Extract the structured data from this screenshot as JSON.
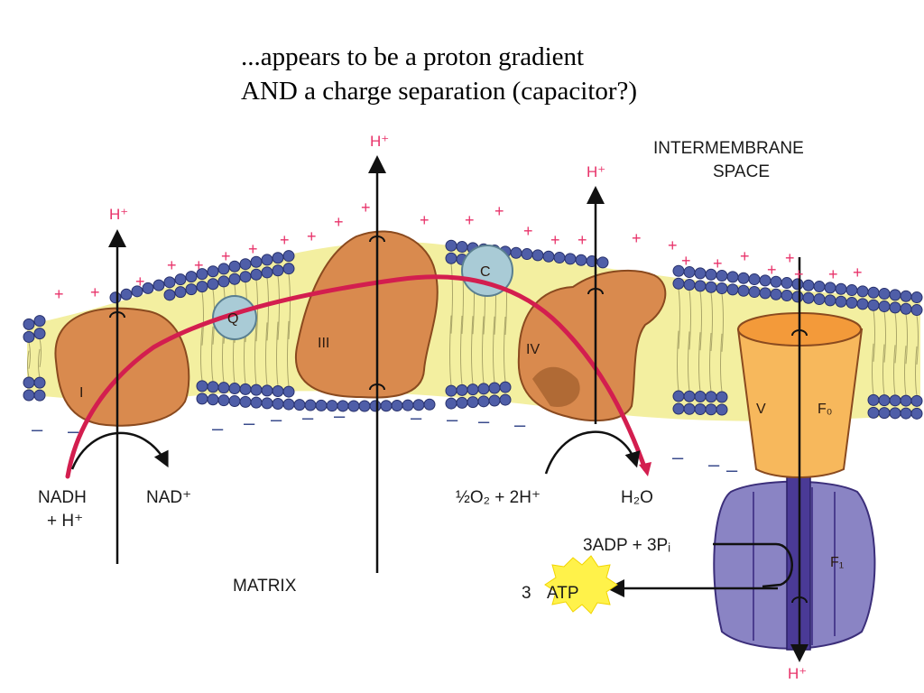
{
  "caption": {
    "line1": "...appears to be a proton gradient",
    "line2": "AND a charge separation (capacitor?)"
  },
  "labels": {
    "space_line1": "INTERMEMBRANE",
    "space_line2": "SPACE",
    "matrix": "MATRIX",
    "nadh_line1": "NADH",
    "nadh_line2": "+ H⁺",
    "nad": "NAD⁺",
    "oxygen": "½O₂ + 2H⁺",
    "water": "H₂O",
    "adp": "3ADP + 3Pᵢ",
    "atp_coef": "3",
    "atp": "ATP",
    "proton": "H⁺",
    "complex_1": "I",
    "complex_3": "III",
    "complex_4": "IV",
    "complex_5": "V",
    "q": "Q",
    "c": "C",
    "f0": "F₀",
    "f1": "F₁",
    "plus": "+",
    "minus": "–"
  },
  "colors": {
    "protein": "#d98a4e",
    "protein_edge": "#8a4a1f",
    "lipid_head": "#4f5ea8",
    "membrane_core": "#f3efa0",
    "electron_path": "#d31e4f",
    "proton_sign": "#e8336a",
    "atp_synthase_fo": "#f7b85c",
    "atp_synthase_f1": "#8a84c4",
    "atp_burst": "#fff24a"
  }
}
